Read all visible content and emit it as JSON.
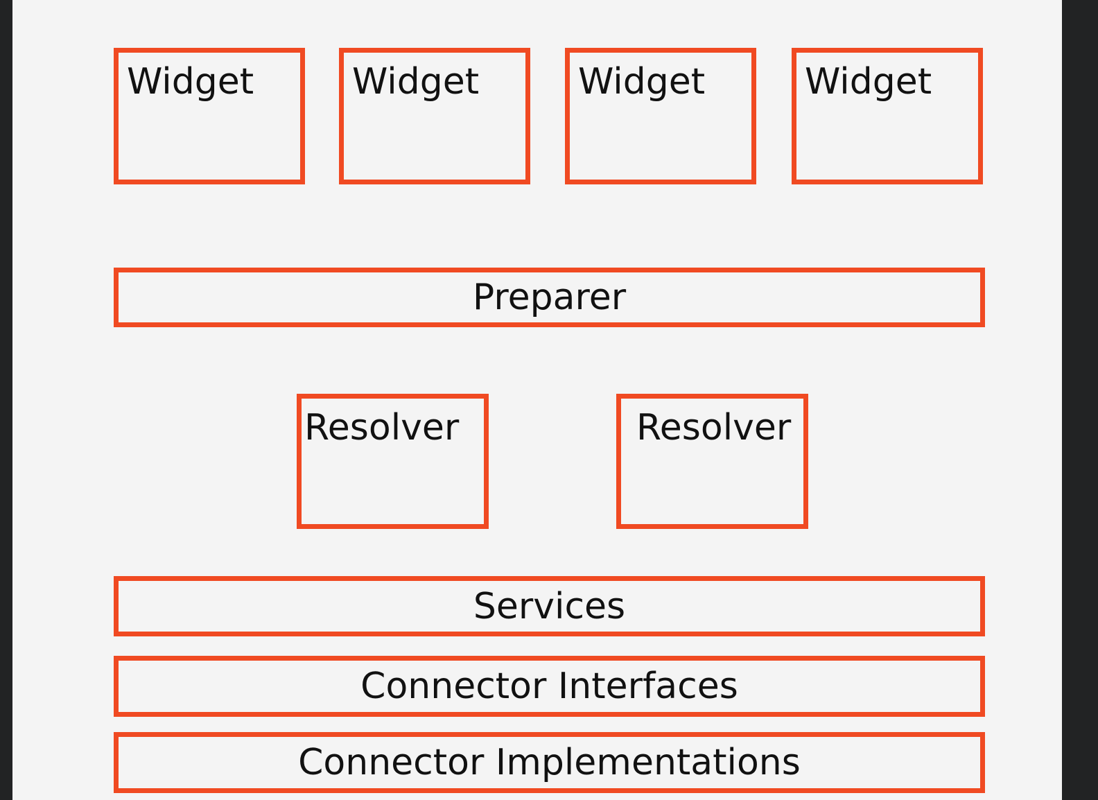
{
  "diagram": {
    "border_color": "#f04a22",
    "background": "#f4f4f4",
    "widgets": [
      {
        "label": "Widget"
      },
      {
        "label": "Widget"
      },
      {
        "label": "Widget"
      },
      {
        "label": "Widget"
      }
    ],
    "preparer": {
      "label": "Preparer"
    },
    "resolvers": [
      {
        "label": "Resolver"
      },
      {
        "label": "Resolver"
      }
    ],
    "services": {
      "label": "Services"
    },
    "connector_interfaces": {
      "label": "Connector Interfaces"
    },
    "connector_implementations": {
      "label": "Connector Implementations"
    }
  }
}
